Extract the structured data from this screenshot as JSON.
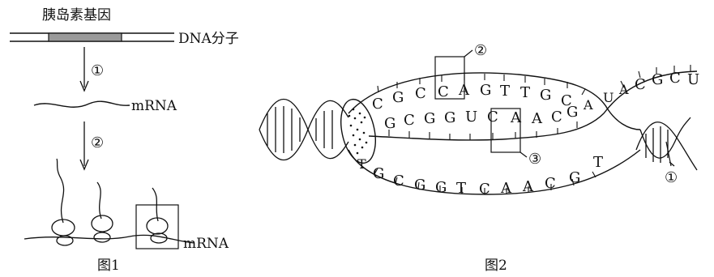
{
  "figure1": {
    "gene_label": "胰岛素基因",
    "dna_label": "DNA分子",
    "step1": "①",
    "mrna_label": "mRNA",
    "step2": "②",
    "mrna_label_bottom": "mRNA",
    "caption": "图1"
  },
  "figure2": {
    "upper_outer_bases": [
      "C",
      "G",
      "C",
      "C",
      "A",
      "G",
      "T",
      "T",
      "G",
      "C"
    ],
    "upper_inner_bases": [
      "G",
      "C",
      "G",
      "G",
      "U",
      "C",
      "A",
      "A",
      "C",
      "G",
      "A"
    ],
    "lower_bases": [
      "T",
      "G",
      "C",
      "G",
      "G",
      "T",
      "C",
      "A",
      "A",
      "C",
      "G",
      "T"
    ],
    "released_bases": [
      "U",
      "A",
      "C",
      "G",
      "C",
      "U"
    ],
    "marker2": "②",
    "marker3": "③",
    "marker1": "①",
    "caption": "图2"
  },
  "colors": {
    "ink": "#111111",
    "gene_fill": "#9a9a9a",
    "background": "#ffffff"
  }
}
